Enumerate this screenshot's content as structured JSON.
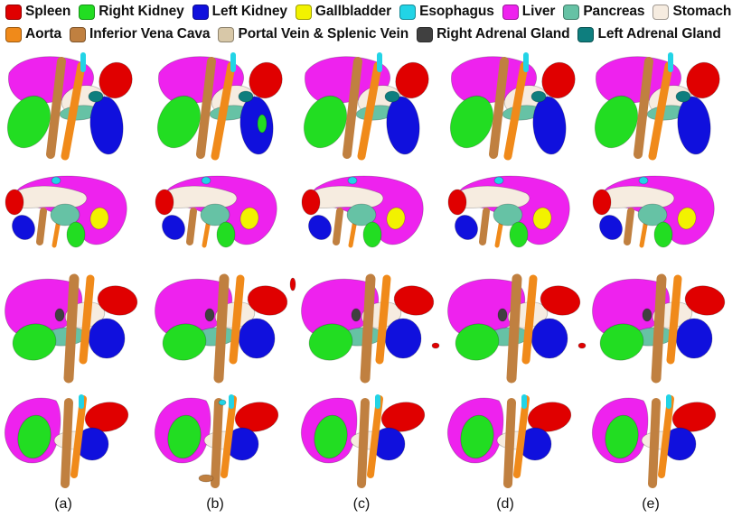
{
  "legend": [
    {
      "label": "Spleen",
      "color": "#e00000"
    },
    {
      "label": "Right Kidney",
      "color": "#22dd22"
    },
    {
      "label": "Left Kidney",
      "color": "#1010dd"
    },
    {
      "label": "Gallbladder",
      "color": "#f2f200"
    },
    {
      "label": "Esophagus",
      "color": "#22d4e6"
    },
    {
      "label": "Liver",
      "color": "#ee22ee"
    },
    {
      "label": "Pancreas",
      "color": "#66c2a5"
    },
    {
      "label": "Stomach",
      "color": "#f6ece0"
    },
    {
      "label": "Aorta",
      "color": "#f08a1a"
    },
    {
      "label": "Inferior Vena Cava",
      "color": "#c08040"
    },
    {
      "label": "Portal Vein & Splenic Vein",
      "color": "#d8c8a8"
    },
    {
      "label": "Right Adrenal Gland",
      "color": "#404040"
    },
    {
      "label": "Left Adrenal Gland",
      "color": "#0e7e7e"
    }
  ],
  "captions": [
    "(a)",
    "(b)",
    "(c)",
    "(d)",
    "(e)"
  ]
}
